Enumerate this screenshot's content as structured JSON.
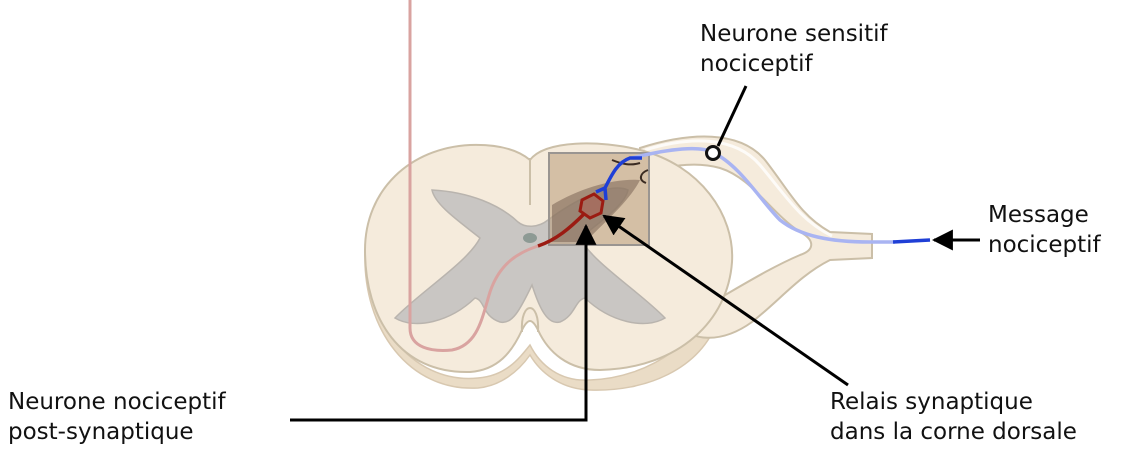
{
  "labels": {
    "sensory_neuron": {
      "line1": "Neurone sensitif",
      "line2": "nociceptif"
    },
    "message": {
      "line1": "Message",
      "line2": "nociceptif"
    },
    "postsynaptic_neuron": {
      "line1": "Neurone nociceptif",
      "line2": "post-synaptique"
    },
    "synaptic_relay": {
      "line1": "Relais synaptique",
      "line2": "dans la corne dorsale"
    }
  },
  "colors": {
    "white_matter": "#f5ebdc",
    "white_matter_shade": "#eadcc6",
    "grey_matter": "#c9c6c3",
    "zoom_box": "#b89a78",
    "sensory_neuron": "#1f3fd6",
    "sensory_neuron_faded": "#a9b4f2",
    "postsynaptic_neuron": "#9b1b12",
    "ascending_tract": "#d9a3a0",
    "arrows": "#000000"
  }
}
